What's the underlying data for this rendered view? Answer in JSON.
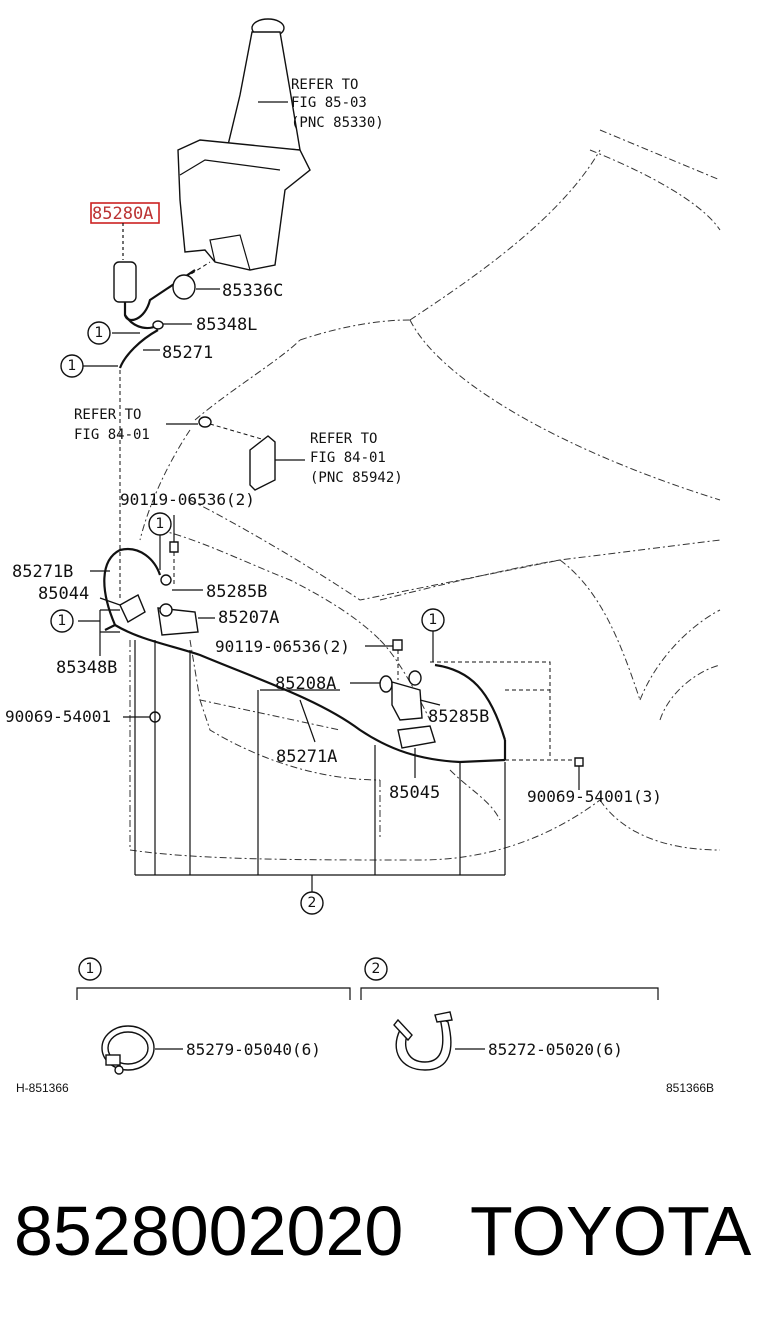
{
  "callouts": {
    "p85280A": "85280A",
    "p85336C": "85336C",
    "p85348L": "85348L",
    "p85271": "85271",
    "p85271B": "85271B",
    "p85044": "85044",
    "p85348B": "85348B",
    "p90069a": "90069-54001",
    "p90119a": "90119-06536(2)",
    "p85285B_1": "85285B",
    "p85207A": "85207A",
    "p90119b": "90119-06536(2)",
    "p85208A": "85208A",
    "p85285B_2": "85285B",
    "p85271A": "85271A",
    "p85045": "85045",
    "p90069b": "90069-54001(3)",
    "p85279": "85279-05040(6)",
    "p85272": "85272-05020(6)"
  },
  "refers": {
    "r1": [
      "REFER TO",
      "FIG 85-03",
      "(PNC 85330)"
    ],
    "r2": [
      "REFER TO",
      "FIG 84-01"
    ],
    "r3": [
      "REFER TO",
      "FIG 84-01",
      "(PNC 85942)"
    ]
  },
  "markers": {
    "one": "1",
    "two": "2"
  },
  "codes": {
    "left": "H-851366",
    "right": "851366B"
  },
  "footer": {
    "part_number": "8528002020",
    "brand": "TOYOTA"
  },
  "colors": {
    "highlight": "#b33",
    "line": "#111"
  }
}
